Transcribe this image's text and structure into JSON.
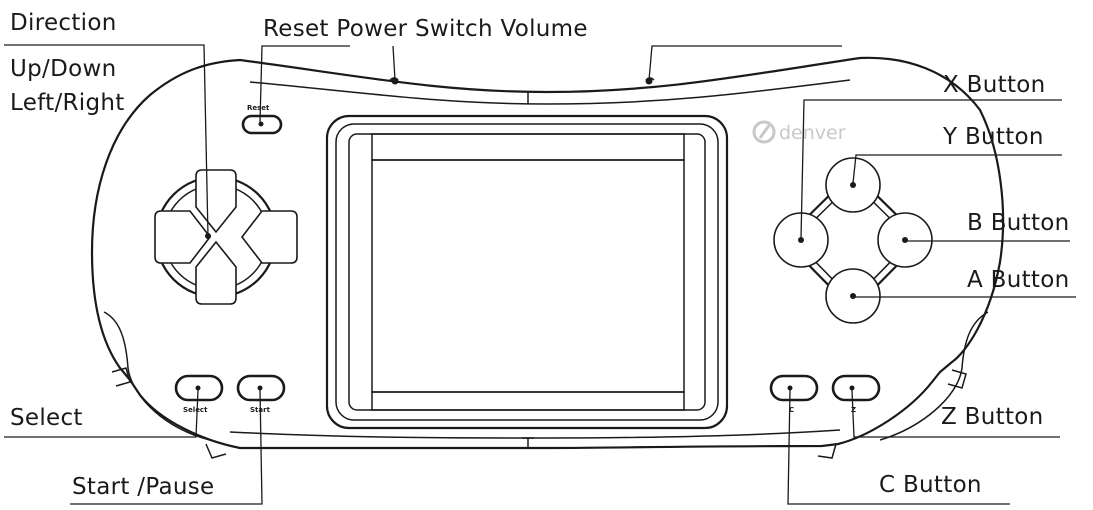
{
  "labels": {
    "direction": "Direction",
    "up_down": "Up/Down",
    "left_right": "Left/Right",
    "top_controls": "Reset Power Switch Volume",
    "x_button": "X Button",
    "y_button": "Y Button",
    "b_button": "B Button",
    "a_button": "A Button",
    "select": "Select",
    "start_pause": "Start /Pause",
    "z_button": "Z Button",
    "c_button": "C Button"
  },
  "device": {
    "brand": "denver",
    "reset_text": "Reset",
    "select_text": "Select",
    "start_text": "Start",
    "c_text": "C",
    "z_text": "Z"
  },
  "colors": {
    "line": "#1a1a1a",
    "brand": "#c8c8c8",
    "background": "#ffffff"
  }
}
